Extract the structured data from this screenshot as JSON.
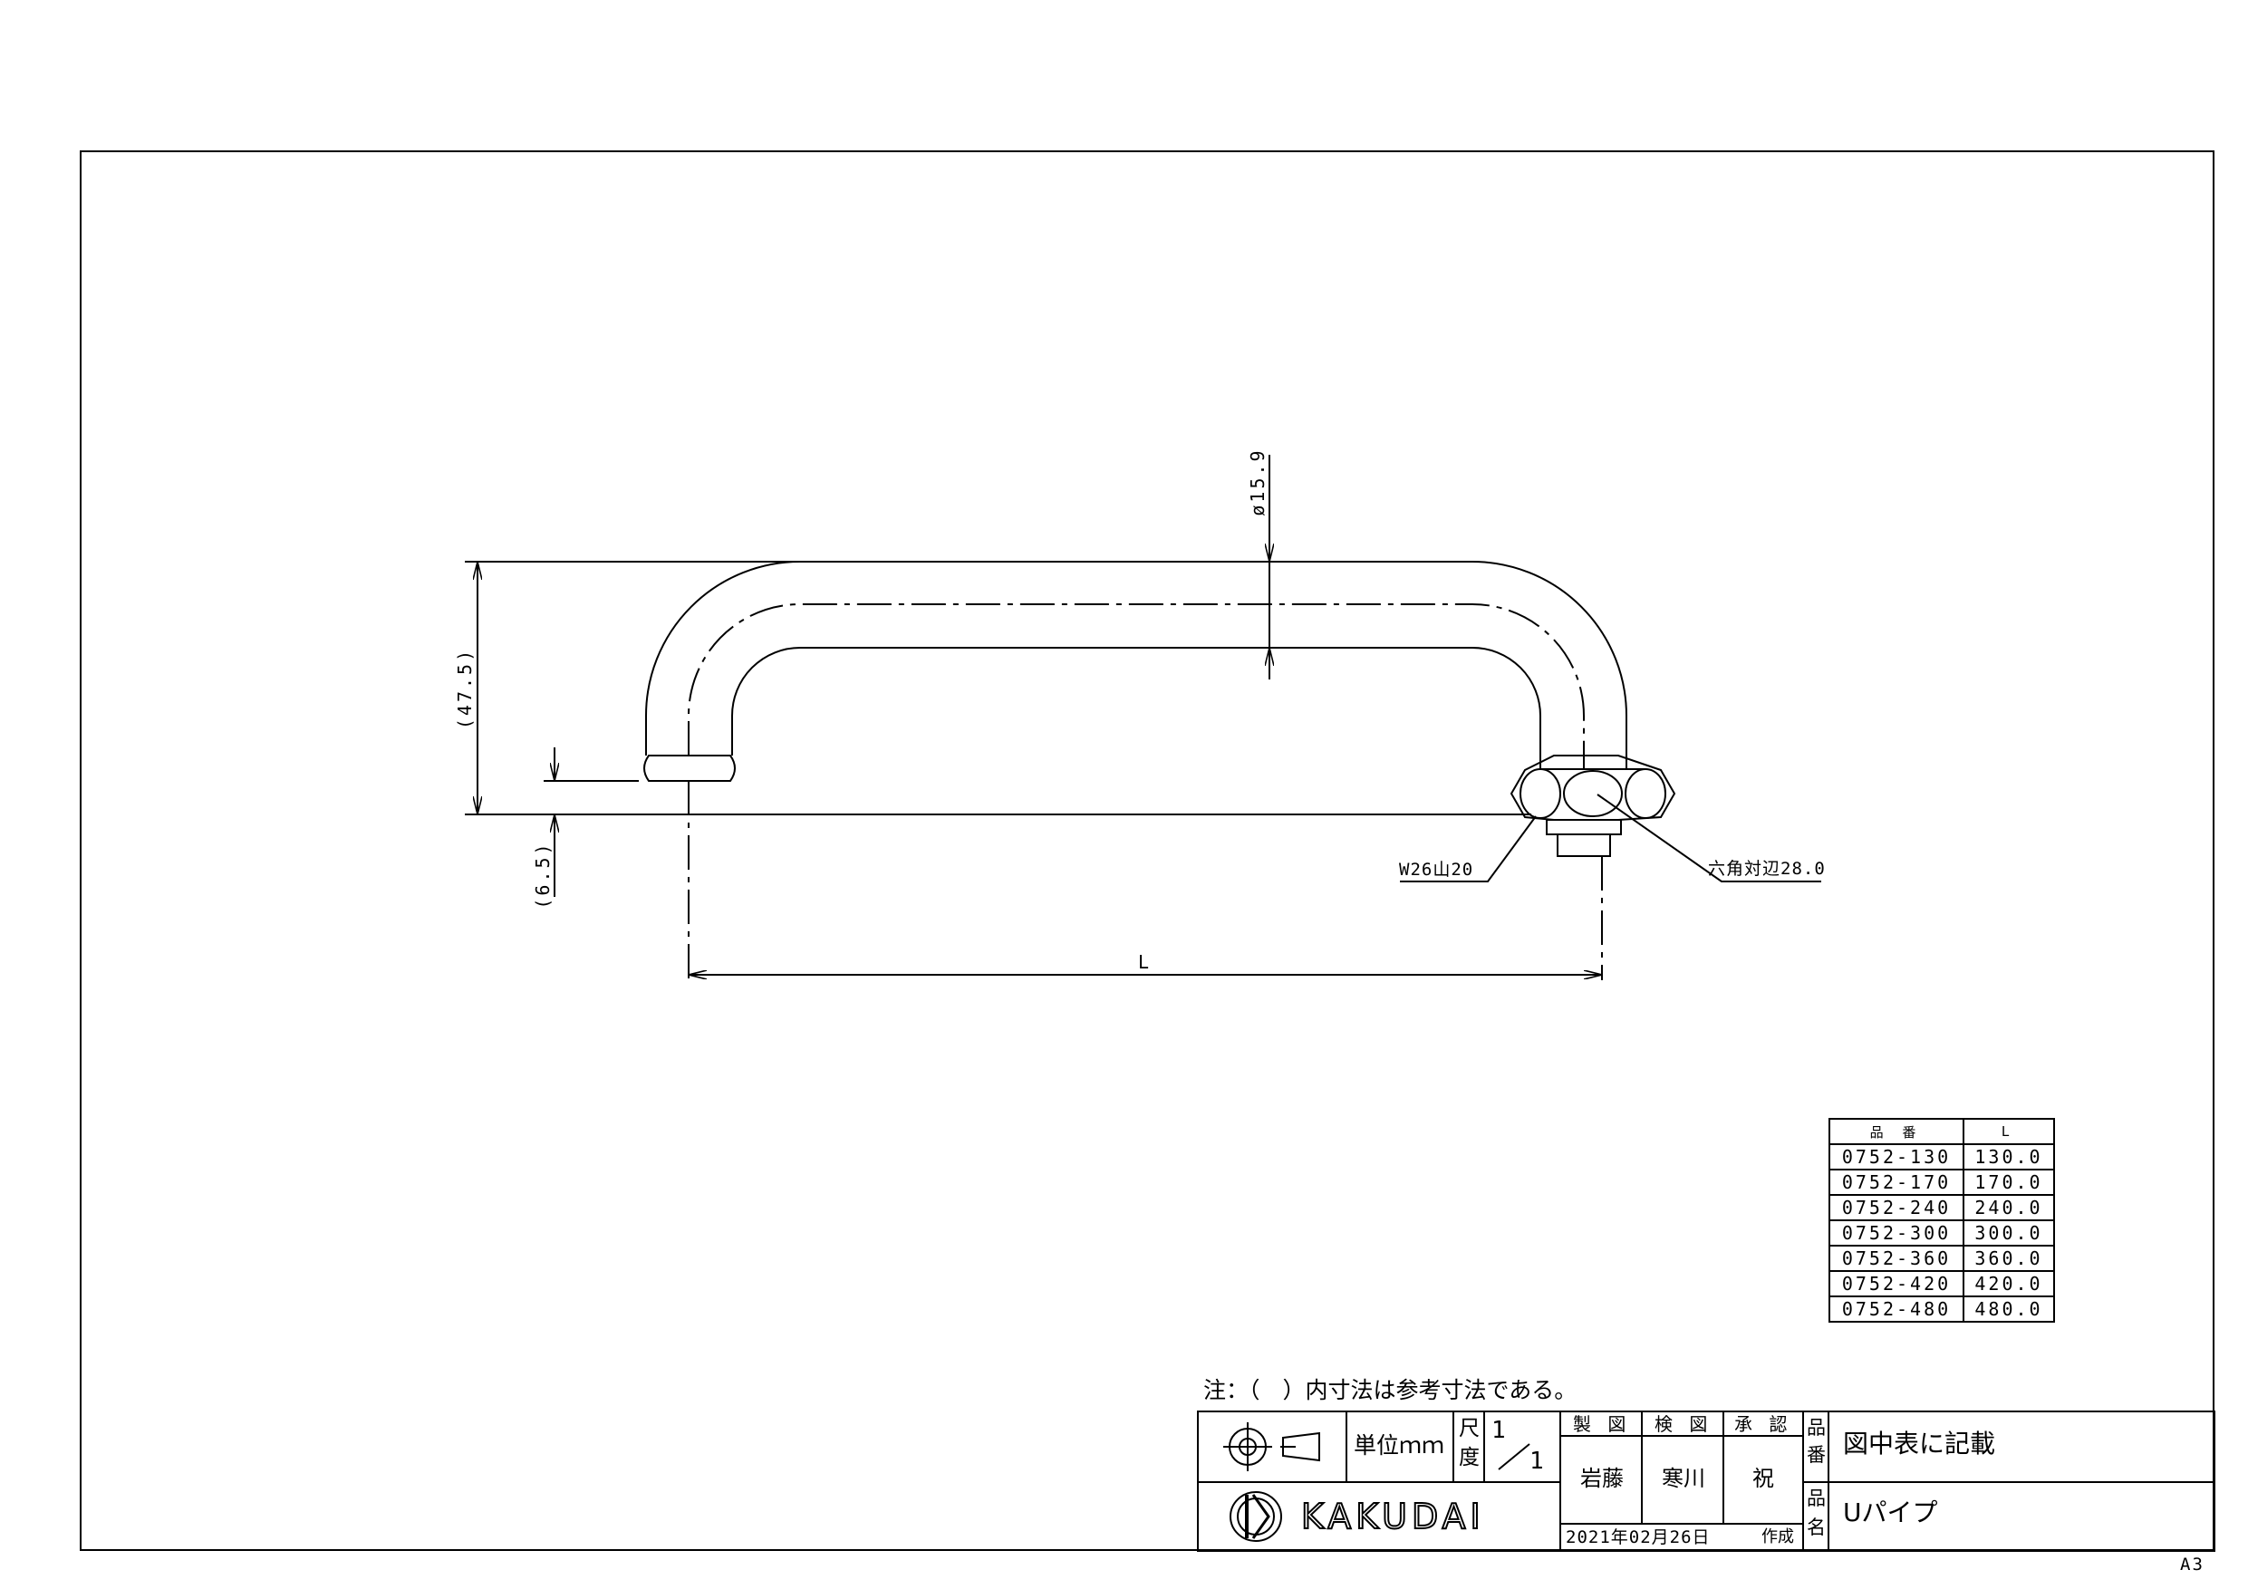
{
  "drawing": {
    "dim_diameter": "ø15.9",
    "dim_height": "(47.5)",
    "dim_offset": "(6.5)",
    "dim_length": "L",
    "thread_label": "W26山20",
    "hex_label": "六角対辺28.0"
  },
  "parts_table": {
    "headers": [
      "品 番",
      "L"
    ],
    "rows": [
      [
        "0752-130",
        "130.0"
      ],
      [
        "0752-170",
        "170.0"
      ],
      [
        "0752-240",
        "240.0"
      ],
      [
        "0752-300",
        "300.0"
      ],
      [
        "0752-360",
        "360.0"
      ],
      [
        "0752-420",
        "420.0"
      ],
      [
        "0752-480",
        "480.0"
      ]
    ]
  },
  "note": "注：（　）内寸法は参考寸法である。",
  "title_block": {
    "unit_label": "単位ｍｍ",
    "scale_label_1": "尺",
    "scale_label_2": "度",
    "scale_num": "1",
    "scale_den": "1",
    "drawn_label": "製 図",
    "checked_label": "検 図",
    "approved_label": "承 認",
    "drawn_by": "岩藤",
    "checked_by": "寒川",
    "approved_by": "祝",
    "part_no_label_1": "品",
    "part_no_label_2": "番",
    "part_no_value": "図中表に記載",
    "name_label_1": "品",
    "name_label_2": "名",
    "name_value": "Uパイプ",
    "date": "2021年02月26日",
    "date_suffix": "作成",
    "company": "KAKUDAI"
  },
  "sheet_size": "A3",
  "colors": {
    "line": "#000000",
    "background": "#ffffff"
  }
}
